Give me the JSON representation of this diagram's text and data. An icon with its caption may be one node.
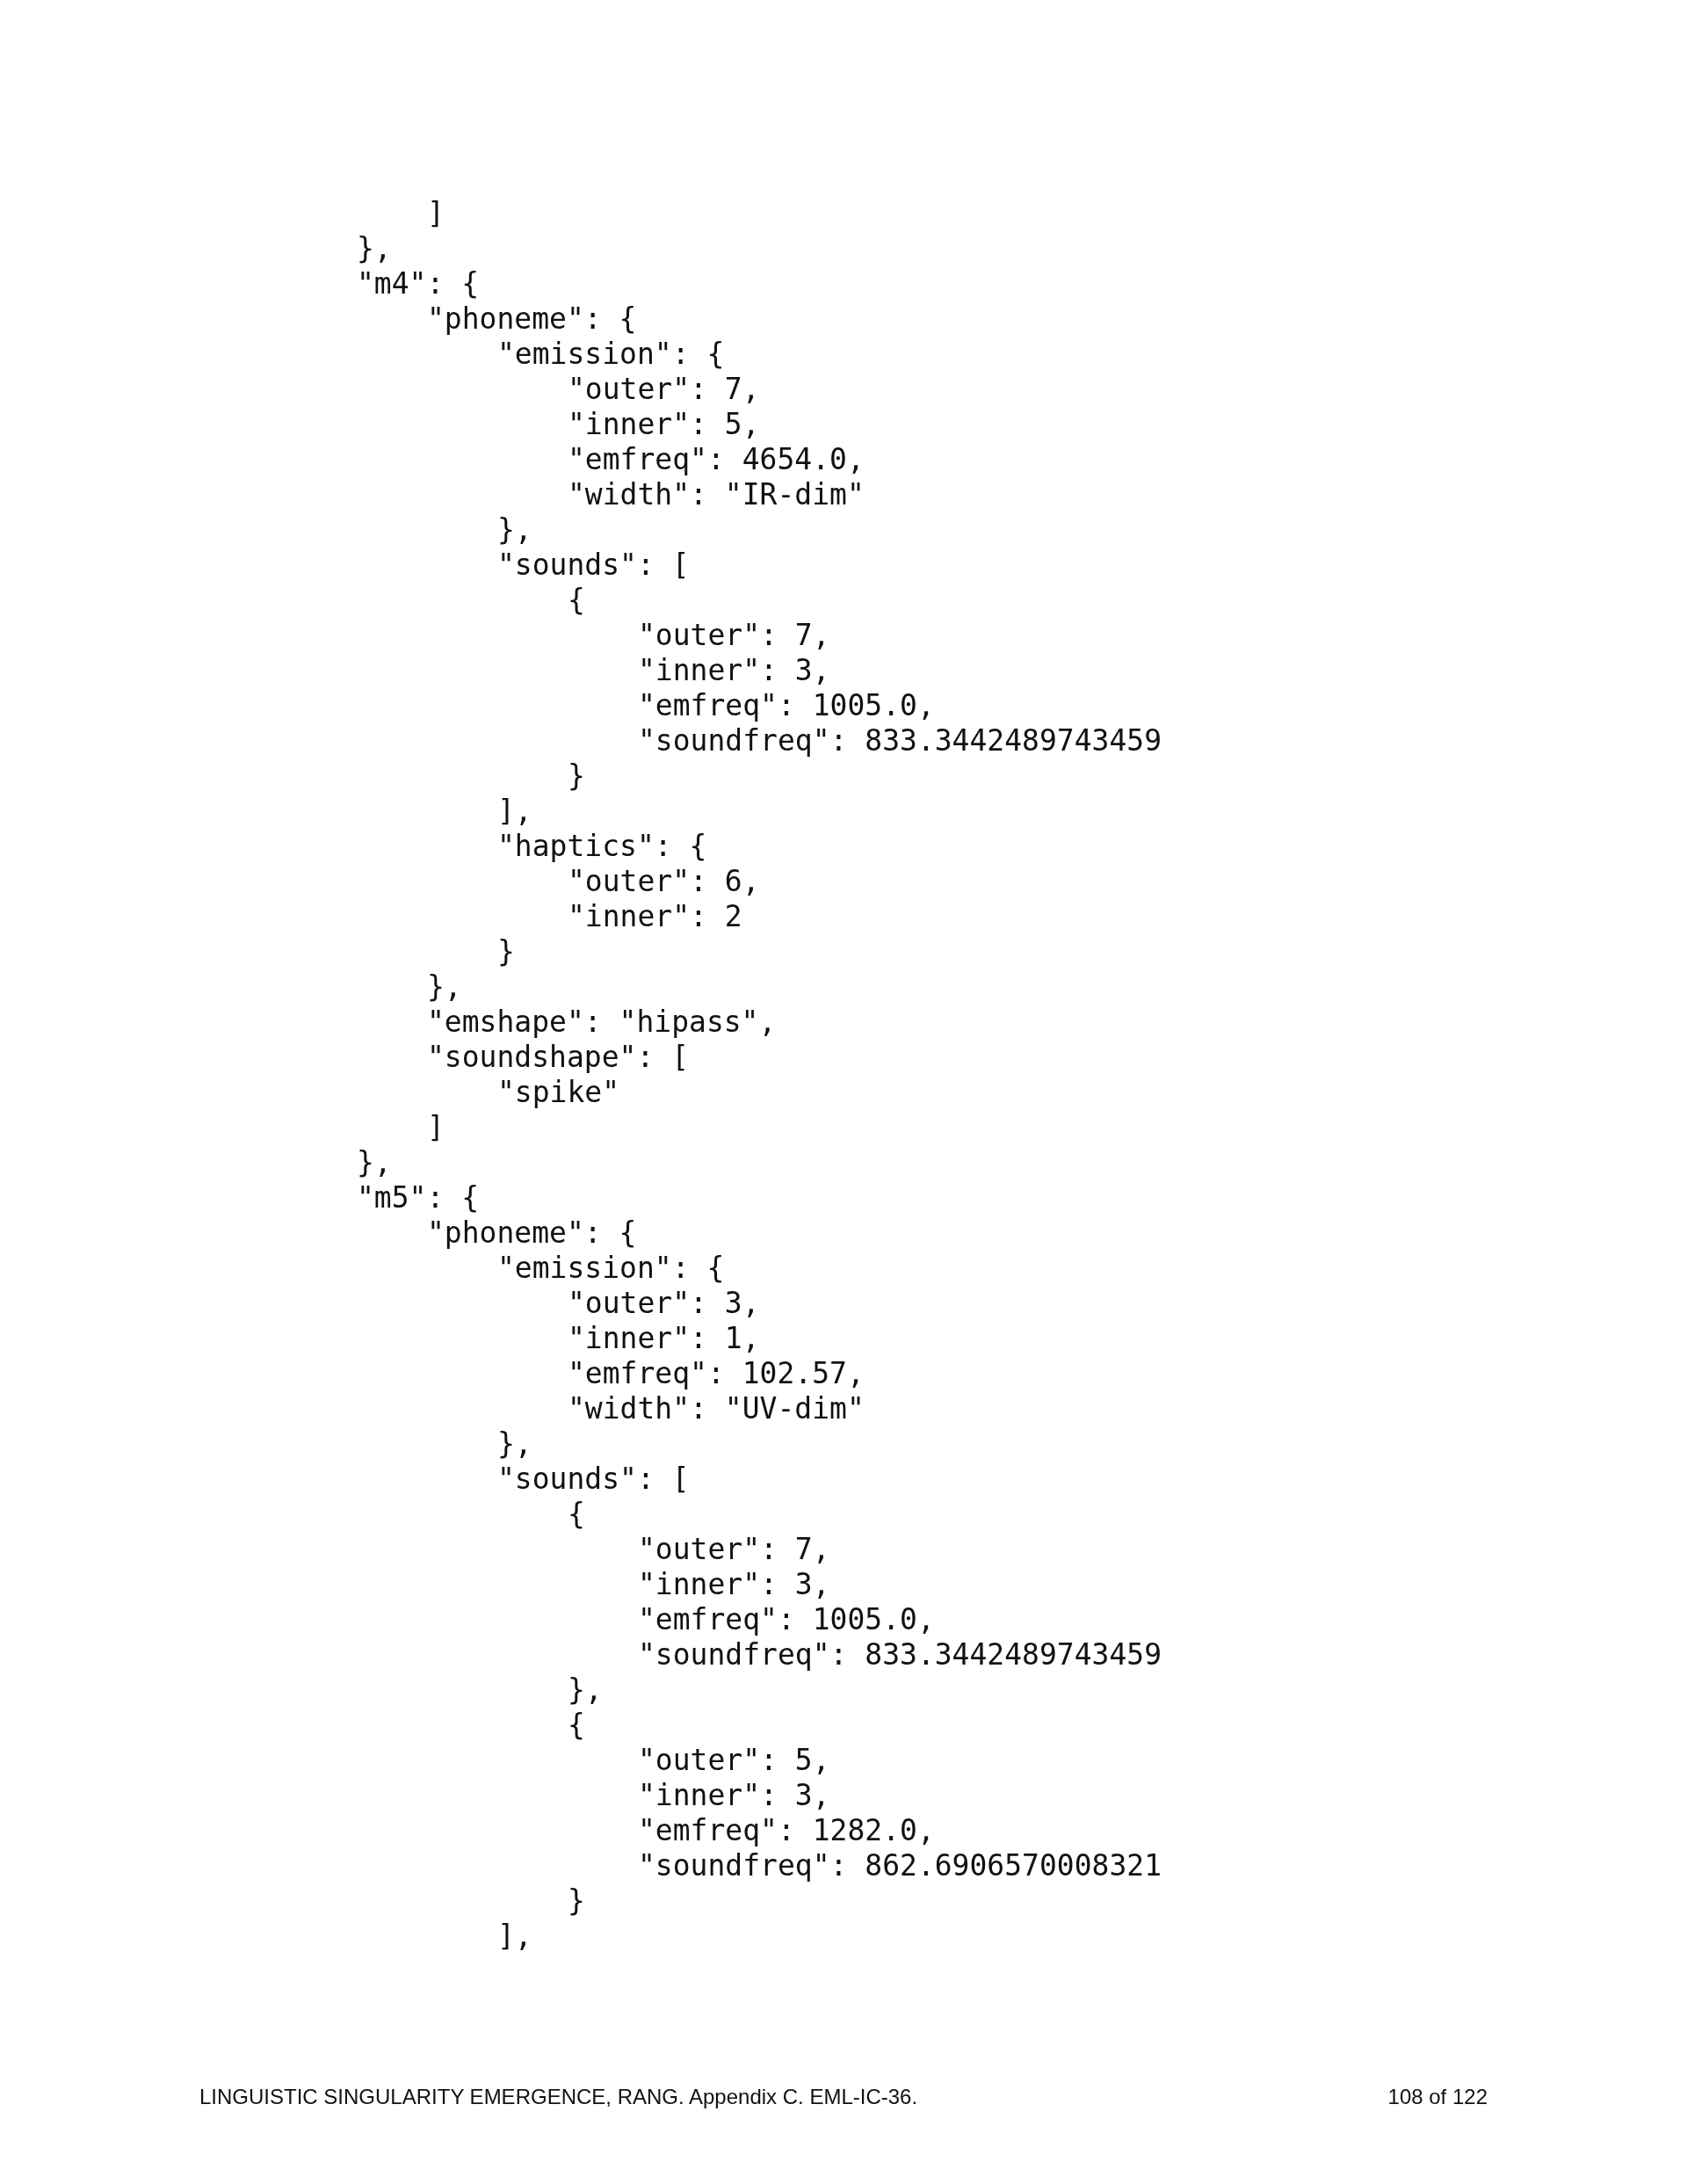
{
  "diagram": {
    "labels": [
      "]",
      "},",
      "\"m4\": {",
      "\"phoneme\": {",
      "\"emission\": {",
      "\"outer\": 7,",
      "\"inner\": 5,",
      "\"emfreq\": 4654.0,",
      "\"width\": \"IR-dim\"",
      "},",
      "\"sounds\": [",
      "{",
      "\"outer\": 7,",
      "\"inner\": 3,",
      "\"emfreq\": 1005.0,",
      "\"soundfreq\": 833.3442489743459",
      "}",
      "],",
      "\"haptics\": {",
      "\"outer\": 6,",
      "\"inner\": 2",
      "}",
      "},",
      "\"emshape\": \"hipass\",",
      "\"soundshape\": [",
      "\"spike\"",
      "]",
      "},",
      "\"m5\": {",
      "\"phoneme\": {",
      "\"emission\": {",
      "\"outer\": 3,",
      "\"inner\": 1,",
      "\"emfreq\": 102.57,",
      "\"width\": \"UV-dim\"",
      "},",
      "\"sounds\": [",
      "{",
      "\"outer\": 7,",
      "\"inner\": 3,",
      "\"emfreq\": 1005.0,",
      "\"soundfreq\": 833.3442489743459",
      "},",
      "{",
      "\"outer\": 5,",
      "\"inner\": 3,",
      "\"emfreq\": 1282.0,",
      "\"soundfreq\": 862.6906570008321",
      "}",
      "],",
      "LINGUISTIC SINGULARITY EMERGENCE, RANG. Appendix C. EML-IC-36.",
      "108 of 122"
    ]
  }
}
